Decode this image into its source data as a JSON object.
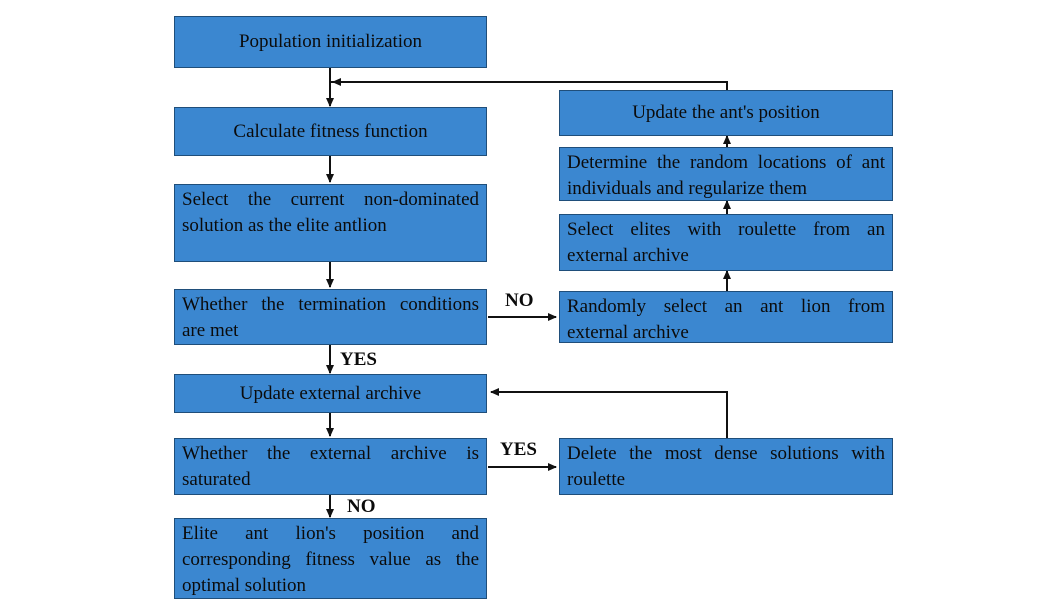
{
  "nodes": {
    "init": "Population initialization",
    "fitness": "Calculate fitness function",
    "elite": "Select the current non-dominated solution as the elite antlion",
    "termination": "Whether the termination conditions are met",
    "update_archive": "Update external archive",
    "saturated": "Whether the external archive is saturated",
    "optimal": "Elite ant lion's position and corresponding fitness value as the optimal solution",
    "update_ant": "Update the ant's position",
    "random_locations": "Determine the random locations of ant individuals and regularize them",
    "roulette_select": "Select elites with roulette from an external archive",
    "random_antlion": "Randomly select an ant lion from external archive",
    "delete_dense": "Delete the most dense solutions with roulette"
  },
  "labels": {
    "term_no": "NO",
    "term_yes": "YES",
    "sat_yes": "YES",
    "sat_no": "NO"
  },
  "colors": {
    "box_fill": "#3b87d0",
    "box_border": "#1f4e7a",
    "arrow": "#111111"
  }
}
